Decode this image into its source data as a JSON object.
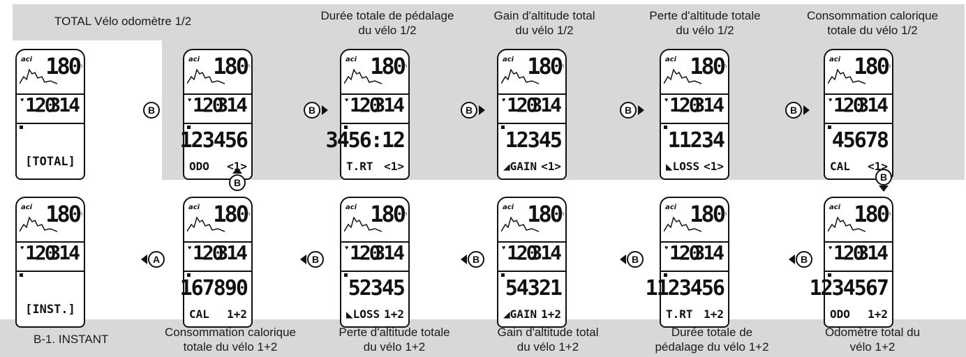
{
  "top_left_label": "TOTAL  Vélo odomètre 1/2",
  "bottom_left_label": "B-1. INSTANT",
  "top_labels": [
    "Durée totale de pédalage\ndu vélo 1/2",
    "Gain d'altitude total\ndu vélo 1/2",
    "Perte d'altitude totale\ndu vélo 1/2",
    "Consommation calorique\ntotale du vélo 1/2"
  ],
  "bottom_labels": [
    "Consommation calorique\ntotale du vélo 1+2",
    "Perte d'altitude totale\ndu vélo 1+2",
    "Gain d'altitude total\ndu vélo 1+2",
    "Durée totale de\npédalage du vélo 1+2",
    "Odomètre total du\nvélo 1+2"
  ],
  "screen_common": {
    "logo": "aci",
    "altitude": "180",
    "altitude_unit": "m",
    "left_value": "120",
    "right_value": "314"
  },
  "top_row": [
    {
      "main": "",
      "left": "",
      "right": "",
      "word": "[TOTAL]"
    },
    {
      "main": "123456",
      "left": "ODO",
      "right": "<1>",
      "word": ""
    },
    {
      "main": "3456:12",
      "left": "T.RT",
      "right": "<1>",
      "word": ""
    },
    {
      "main": "12345",
      "left": "◢GAIN",
      "right": "<1>",
      "word": ""
    },
    {
      "main": "11234",
      "left": "◣LOSS",
      "right": "<1>",
      "word": ""
    },
    {
      "main": "45678",
      "left": "CAL",
      "right": "<1>",
      "word": ""
    }
  ],
  "bottom_row": [
    {
      "main": "",
      "left": "",
      "right": "",
      "word": "[INST.]"
    },
    {
      "main": "167890",
      "left": "CAL",
      "right": "1+2",
      "word": ""
    },
    {
      "main": "52345",
      "left": "◣LOSS",
      "right": "1+2",
      "word": ""
    },
    {
      "main": "54321",
      "left": "◢GAIN",
      "right": "1+2",
      "word": ""
    },
    {
      "main": "1123456",
      "left": "T.RT",
      "right": "1+2",
      "word": ""
    },
    {
      "main": "1234567",
      "left": "ODO",
      "right": "1+2",
      "word": ""
    }
  ],
  "buttons": {
    "b": "B",
    "a": "A"
  }
}
